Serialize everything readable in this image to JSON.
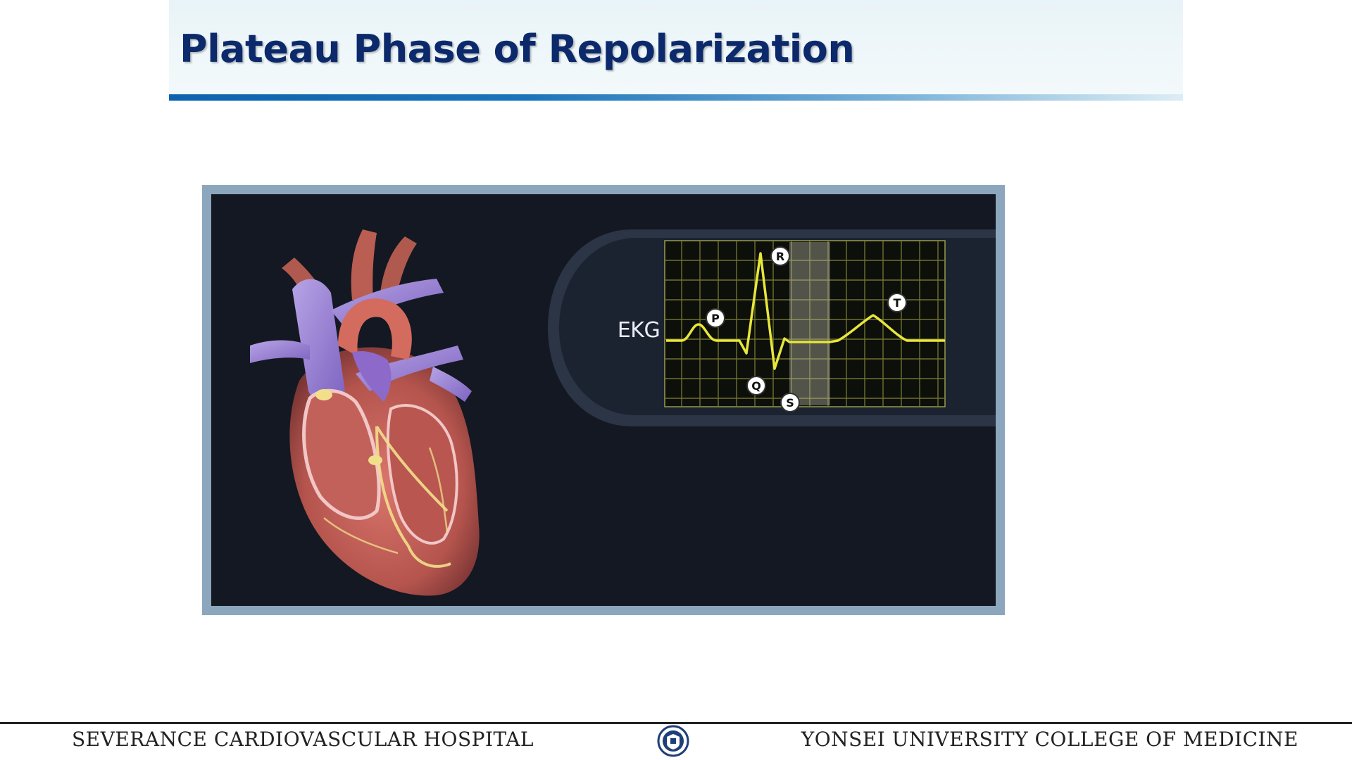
{
  "slide": {
    "title": "Plateau Phase of Repolarization"
  },
  "figure": {
    "ekg_label": "EKG",
    "wave_labels": {
      "p": "P",
      "q": "Q",
      "r": "R",
      "s": "S",
      "t": "T"
    }
  },
  "footer": {
    "left_text": "SEVERANCE CARDIOVASCULAR HOSPITAL",
    "right_text": "YONSEI UNIVERSITY COLLEGE OF MEDICINE",
    "emblem_icon": "university-seal-icon"
  },
  "colors": {
    "title": "#0c2a6b",
    "ekg_trace": "#e8e63a",
    "figure_background": "#131822",
    "frame": "#8ca6bd"
  }
}
